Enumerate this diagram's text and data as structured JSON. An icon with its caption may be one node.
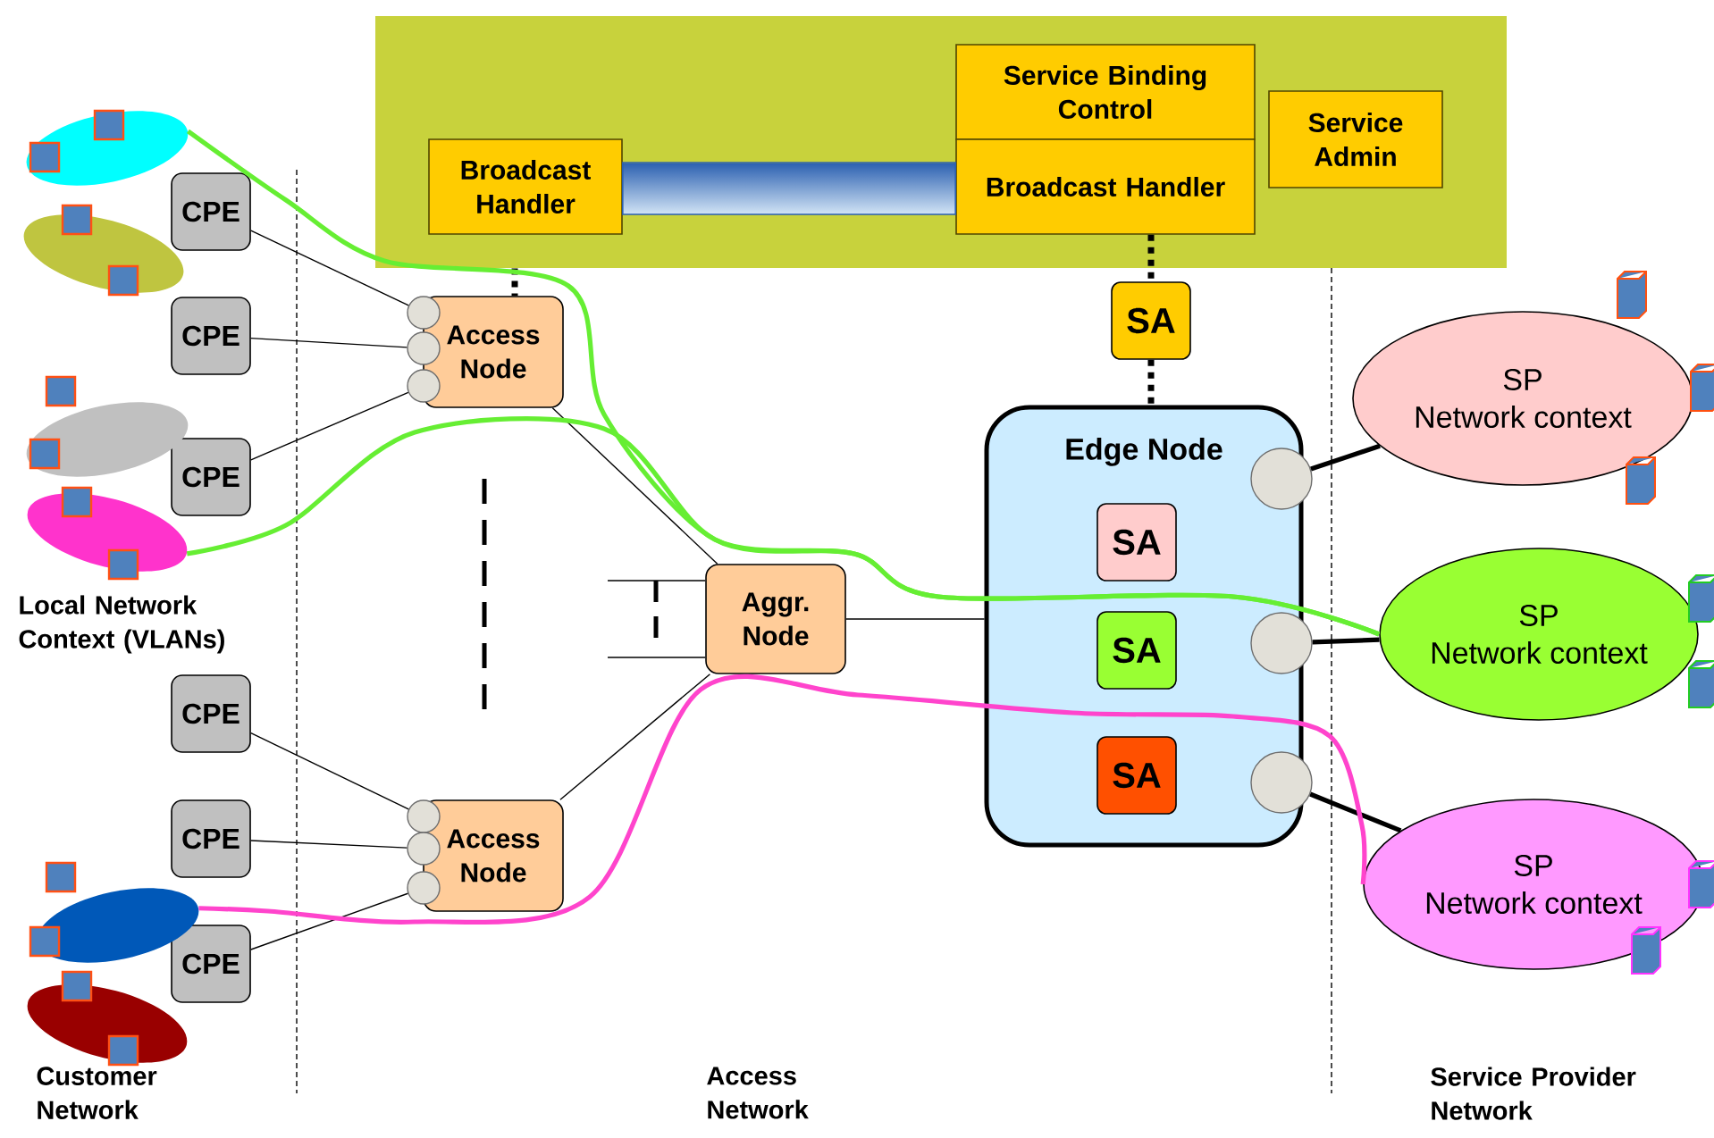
{
  "diagram": {
    "nodes": [
      {
        "text": [],
        "shape": "box"
      },
      {
        "text": [
          "Broadcast Handler"
        ],
        "in": 0
      },
      {
        "text": [
          "Service Binding Control"
        ],
        "in": 0
      },
      {
        "text": [
          "Broadcast Handler"
        ],
        "in": 0
      },
      {
        "text": [
          "Service Admin"
        ],
        "in": 0
      },
      {
        "text": [
          "SA"
        ]
      },
      {
        "text": [
          "Edge Node"
        ]
      },
      {
        "text": [
          "SA"
        ],
        "in": 6
      },
      {
        "text": [
          "SA"
        ],
        "in": 6
      },
      {
        "text": [
          "SA"
        ],
        "in": 6
      },
      {
        "text": [
          "SP",
          "Network context"
        ]
      },
      {
        "text": [
          "SP",
          "Network context"
        ]
      },
      {
        "text": [
          "SP",
          "Network context"
        ]
      },
      {
        "text": [
          "Access Node"
        ]
      },
      {
        "text": [
          "Aggr. Node"
        ]
      },
      {
        "text": [
          "Access Node"
        ]
      },
      {
        "text": [
          "CPE"
        ]
      },
      {
        "text": [
          "CPE"
        ]
      },
      {
        "text": [
          "CPE"
        ]
      },
      {
        "text": [
          "CPE"
        ]
      },
      {
        "text": [
          "CPE"
        ]
      },
      {
        "text": [
          "CPE"
        ]
      },
      {
        "text": [],
        "shape": "circle"
      },
      {
        "text": [],
        "shape": "circle"
      },
      {
        "text": [],
        "shape": "circle"
      },
      {
        "text": [],
        "shape": "circle"
      },
      {
        "text": [],
        "shape": "circle"
      },
      {
        "text": [],
        "shape": "circle"
      },
      {
        "text": [],
        "shape": "circle"
      },
      {
        "text": [],
        "shape": "circle"
      },
      {
        "text": [],
        "shape": "circle"
      },
      {
        "text": [],
        "shape": "ellipse"
      },
      {
        "text": [],
        "shape": "ellipse"
      },
      {
        "text": [],
        "shape": "ellipse"
      },
      {
        "text": [],
        "shape": "ellipse"
      },
      {
        "text": [],
        "shape": "ellipse"
      },
      {
        "text": [],
        "shape": "ellipse"
      }
    ],
    "edges": [
      {
        "from": 16,
        "to": 22,
        "arrow": "none"
      },
      {
        "from": 17,
        "to": 23,
        "arrow": "none"
      },
      {
        "from": 18,
        "to": 24,
        "arrow": "none"
      },
      {
        "from": 19,
        "to": 25,
        "arrow": "none"
      },
      {
        "from": 20,
        "to": 26,
        "arrow": "none"
      },
      {
        "from": 21,
        "to": 27,
        "arrow": "none"
      },
      {
        "from": 13,
        "to": 14,
        "arrow": "none"
      },
      {
        "from": 15,
        "to": 14,
        "arrow": "none"
      },
      {
        "from": null,
        "to": 14,
        "arrow": "none"
      },
      {
        "from": null,
        "to": 14,
        "arrow": "none"
      },
      {
        "from": 14,
        "to": 6,
        "arrow": "none"
      },
      {
        "from": 28,
        "to": 10,
        "arrow": "none",
        "style": "thick"
      },
      {
        "from": 29,
        "to": 11,
        "arrow": "none",
        "style": "thick"
      },
      {
        "from": 30,
        "to": 12,
        "arrow": "none",
        "style": "thick"
      },
      {
        "from": 1,
        "to": 3,
        "arrow": "none",
        "style": "thick",
        "color": "#2a5fb0"
      },
      {
        "from": 0,
        "to": 13,
        "arrow": "none",
        "style": "dashed"
      },
      {
        "from": 3,
        "to": 5,
        "arrow": "none",
        "style": "dashed"
      },
      {
        "from": 5,
        "to": 6,
        "arrow": "none",
        "style": "dashed"
      },
      {
        "from": 31,
        "to": 11,
        "arrow": "none",
        "style": "thick",
        "color": "#66ee33"
      },
      {
        "from": 34,
        "to": 11,
        "arrow": "none",
        "style": "thick",
        "color": "#66ee33"
      },
      {
        "from": 35,
        "to": 12,
        "arrow": "none",
        "style": "thick",
        "color": "#ff44cc"
      }
    ],
    "labels": [
      "Local Network Context (VLANs)",
      "Customer Network",
      "Access Network",
      "Service Provider Network"
    ]
  }
}
